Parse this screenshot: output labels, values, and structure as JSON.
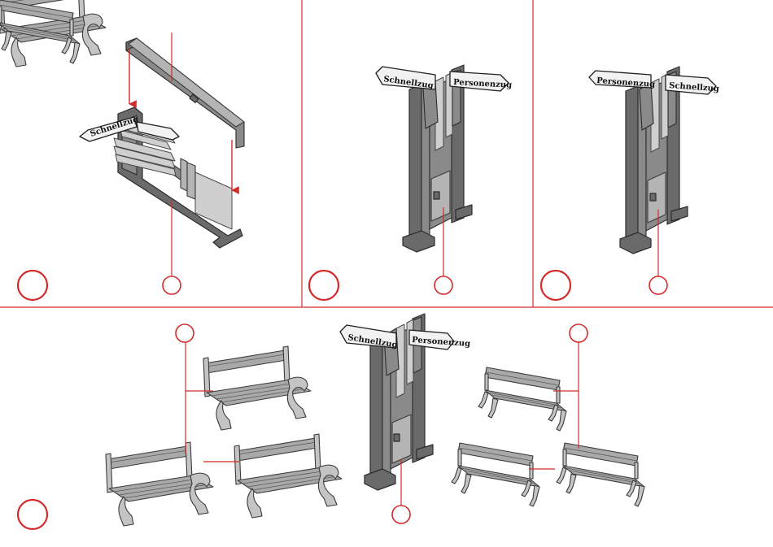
{
  "accent_color": "#d42a2a",
  "signs": {
    "left_a": "Schnellzug",
    "right_a": "Personenzug",
    "left_b": "Personenzug",
    "right_b": "Schnellzug",
    "assembly_sign": "Schnellzug"
  },
  "icons": [
    "red-arrow-icon",
    "step-circle-icon",
    "part-circle-icon"
  ]
}
